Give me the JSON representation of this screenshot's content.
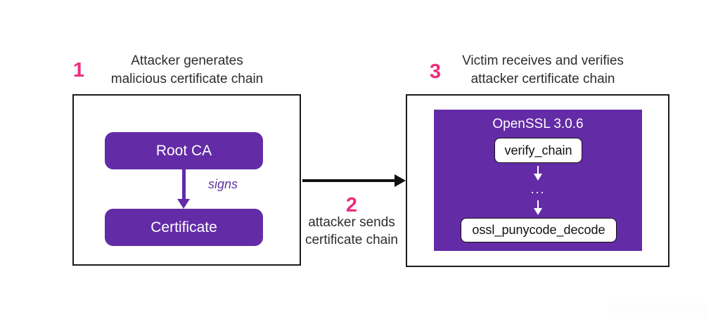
{
  "figure": {
    "steps": {
      "one": {
        "number": "1",
        "line1": "Attacker generates",
        "line2": "malicious certificate chain"
      },
      "two": {
        "number": "2",
        "line1": "attacker sends",
        "line2": "certificate chain"
      },
      "three": {
        "number": "3",
        "line1": "Victim receives and verifies",
        "line2": "attacker certificate chain"
      }
    },
    "attacker_chain": {
      "root_ca_label": "Root CA",
      "edge_label": "signs",
      "certificate_label": "Certificate"
    },
    "victim": {
      "runtime_label": "OpenSSL 3.0.6",
      "call_top": "verify_chain",
      "call_ellipsis": "...",
      "call_bottom": "ossl_punycode_decode"
    },
    "colors": {
      "purple": "#632CA6",
      "pink": "#ED2D7E",
      "text": "#2D2D2D",
      "border": "#1B1B1B"
    }
  }
}
